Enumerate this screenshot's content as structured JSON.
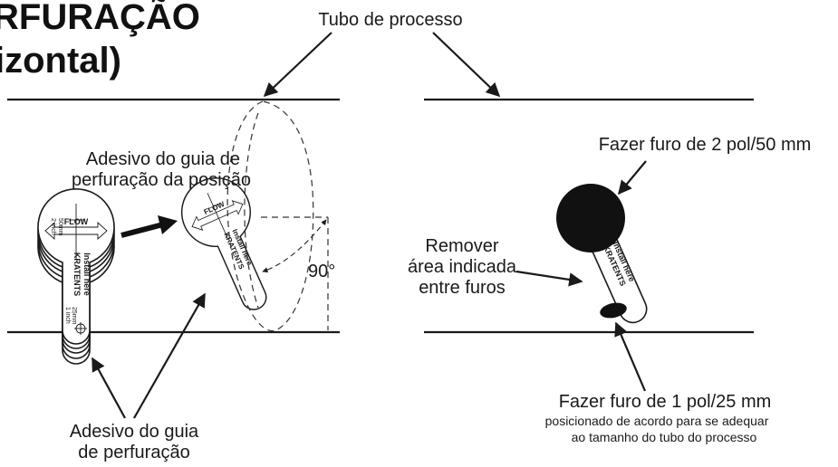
{
  "title": {
    "line1": "RFURAÇÃO",
    "line2": "izontal)"
  },
  "labels": {
    "process_pipe": "Tubo de processo",
    "position_sticker_line1": "Adesivo do guia de",
    "position_sticker_line2": "perfuração da posição",
    "drill_sticker_line1": "Adesivo do guia",
    "drill_sticker_line2": "de perfuração",
    "angle": "90°",
    "remove_line1": "Remover",
    "remove_line2": "área indicada",
    "remove_line3": "entre furos",
    "hole_large": "Fazer furo de 2 pol/50 mm",
    "hole_small": "Fazer furo de 1 pol/25 mm",
    "hole_small_note1": "posicionado de acordo para se adequar",
    "hole_small_note2": "ao tamanho do tubo do processo"
  },
  "sticker": {
    "flow": "FLOW",
    "brand": "KRATENTS",
    "install": "Install here",
    "size_large_a": "2 inch",
    "size_large_b": "50mm",
    "size_small_a": "1 inch",
    "size_small_b": "25mm"
  },
  "colors": {
    "ink": "#1a1a1a",
    "hole_fill": "#111111",
    "background": "#ffffff"
  }
}
